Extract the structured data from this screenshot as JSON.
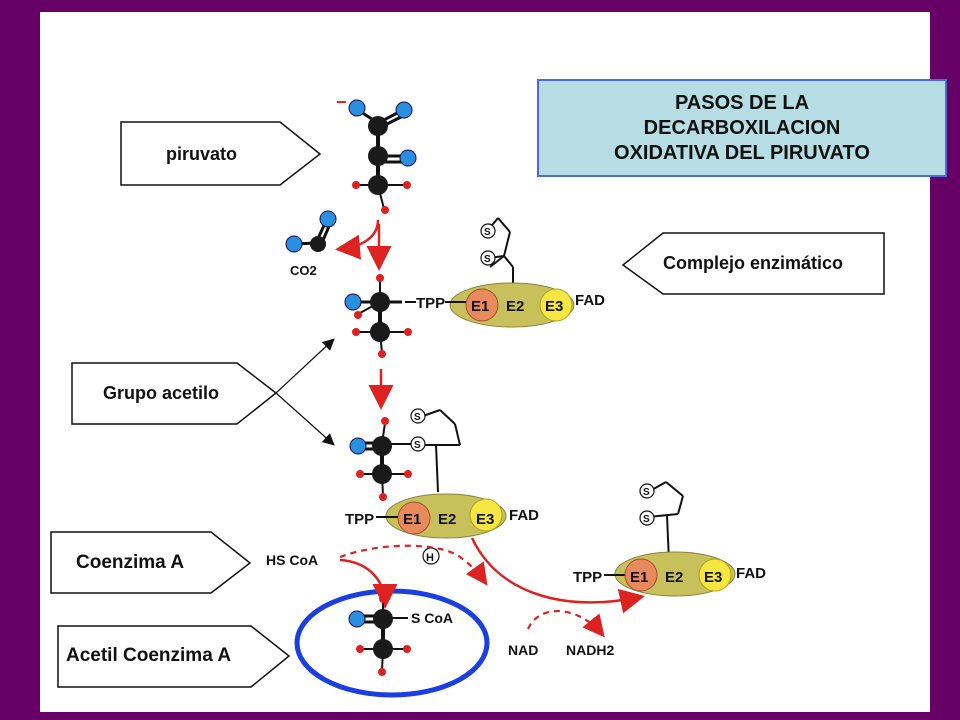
{
  "title": {
    "line1": "PASOS DE LA",
    "line2": "DECARBOXILACION",
    "line3": "OXIDATIVA DEL PIRUVATO"
  },
  "callouts": {
    "piruvato": "piruvato",
    "complejo": "Complejo enzimático",
    "acetilo": "Grupo acetilo",
    "coenzima": "Coenzima A",
    "acetil_coa": "Acetil Coenzima A"
  },
  "molecule_labels": {
    "co2": "CO2",
    "charge": "−",
    "s": "S",
    "h": "H",
    "hs_coa": "HS CoA",
    "s_coa": "S CoA",
    "nad": "NAD",
    "nadh2": "NADH2"
  },
  "enzyme": {
    "tpp": "TPP",
    "e1": "E1",
    "e2": "E2",
    "e3": "E3",
    "fad": "FAD"
  },
  "colors": {
    "background": "#660066",
    "title_fill": "#b6dde3",
    "title_border": "#4a6cd4",
    "arrow_red": "#dd2222",
    "carbon": "#1a1a1a",
    "oxygen_blue": "#2a8fe0",
    "hydrogen_red": "#e02020",
    "e1_color": "#e88a5c",
    "e2_color": "#c8c05a",
    "e3_color": "#f5e642",
    "highlight_ring": "#1a3ee0"
  }
}
